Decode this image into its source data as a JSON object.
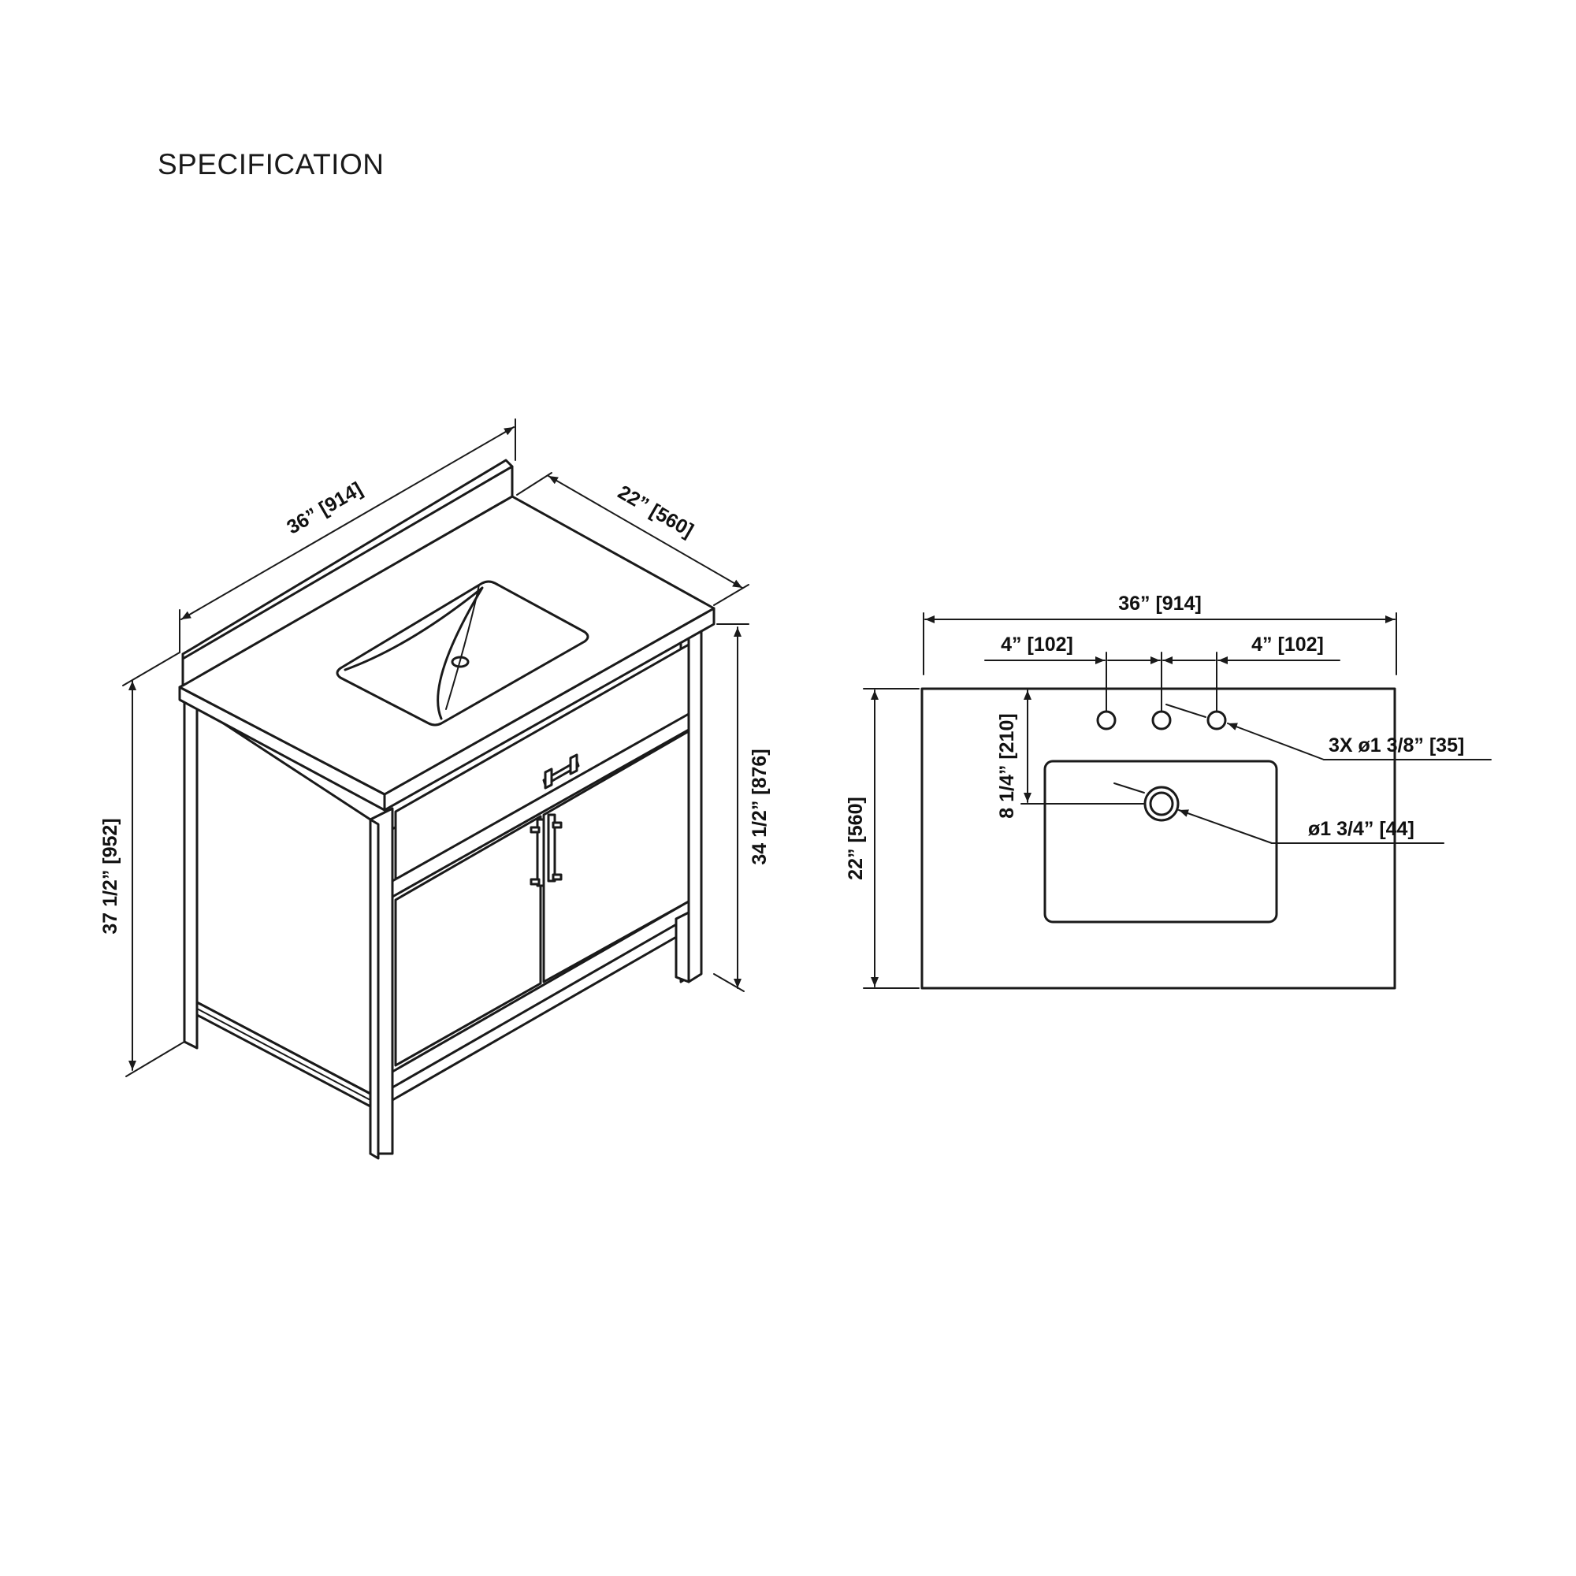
{
  "page": {
    "title": "SPECIFICATION"
  },
  "iso_view": {
    "width_label": "36” [914]",
    "depth_label": "22” [560]",
    "overall_height_label": "37 1/2” [952]",
    "counter_height_label": "34 1/2” [876]"
  },
  "top_view": {
    "width_label": "36” [914]",
    "left_spacing_label": "4” [102]",
    "right_spacing_label": "4” [102]",
    "depth_label": "22” [560]",
    "drain_offset_label": "8 1/4” [210]",
    "faucet_holes_label": "3X ø1 3/8” [35]",
    "drain_label": "ø1 3/4” [44]"
  },
  "colors": {
    "line": "#1a1a1a",
    "background": "#ffffff"
  }
}
